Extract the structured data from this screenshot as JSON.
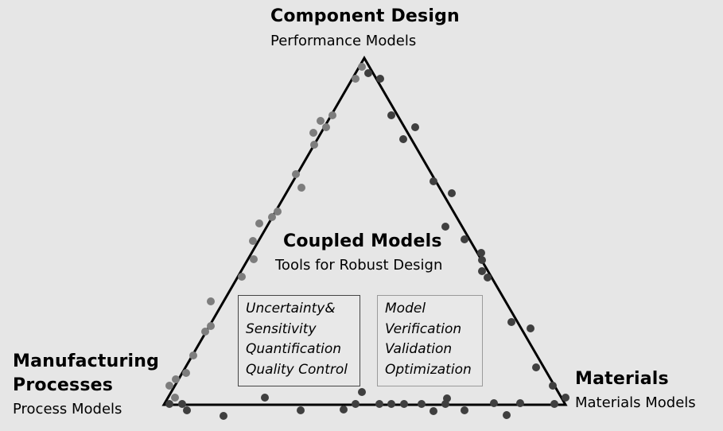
{
  "vertices": {
    "top": {
      "title": "Component Design",
      "subtitle": "Performance Models"
    },
    "left": {
      "title_line1": "Manufacturing",
      "title_line2": "Processes",
      "subtitle": "Process Models"
    },
    "right": {
      "title": "Materials",
      "subtitle": "Materials Models"
    }
  },
  "center": {
    "title": "Coupled Models",
    "subtitle": "Tools for Robust Design"
  },
  "boxes": {
    "left": [
      "Uncertainty&",
      "Sensitivity",
      "Quantification",
      "Quality Control"
    ],
    "right": [
      "Model",
      "Verification",
      "Validation",
      "Optimization"
    ]
  },
  "colors": {
    "background": "#e6e6e6",
    "triangle_line": "#000000",
    "dot_light": "#7d7d7d",
    "dot_dark": "#3f3f3f"
  }
}
